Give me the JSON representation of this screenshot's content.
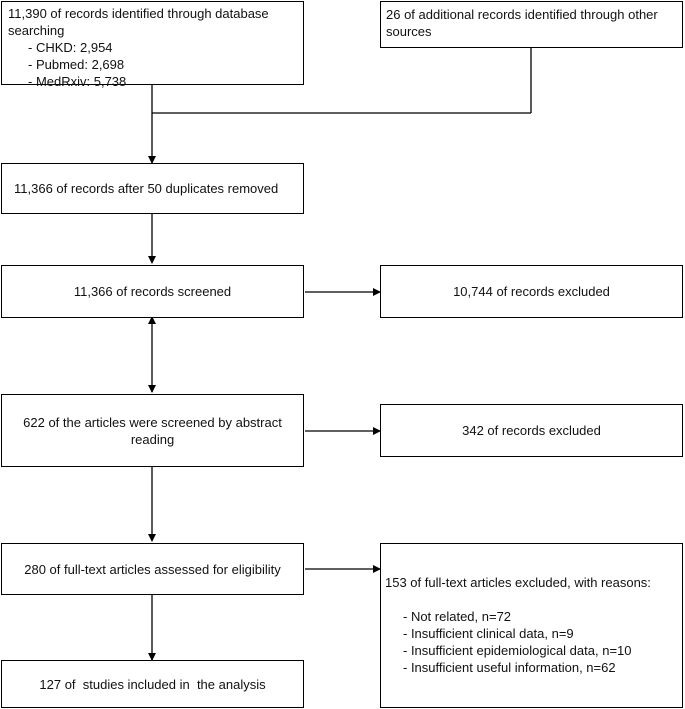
{
  "boxes": {
    "identified_db": {
      "title": "11,390 of records identified through database searching",
      "items": [
        "- CHKD: 2,954",
        "- Pubmed: 2,698",
        "- MedRxiv: 5,738"
      ]
    },
    "identified_other": "26 of additional records identified through other sources",
    "after_duplicates": "11,366 of records after 50 duplicates removed",
    "screened": "11,366 of records screened",
    "excluded_screen": "10,744 of records excluded",
    "abstract": "622 of the articles were screened by abstract reading",
    "excluded_abstract": "342 of records excluded",
    "fulltext": "280 of full-text articles assessed for eligibility",
    "excluded_fulltext": {
      "title": "153 of full-text articles excluded, with reasons:",
      "reasons": [
        "- Not related, n=72",
        "- Insufficient clinical data, n=9",
        "- Insufficient epidemiological data, n=10",
        "- Insufficient useful information, n=62"
      ]
    },
    "included": "127 of  studies included in  the analysis"
  }
}
